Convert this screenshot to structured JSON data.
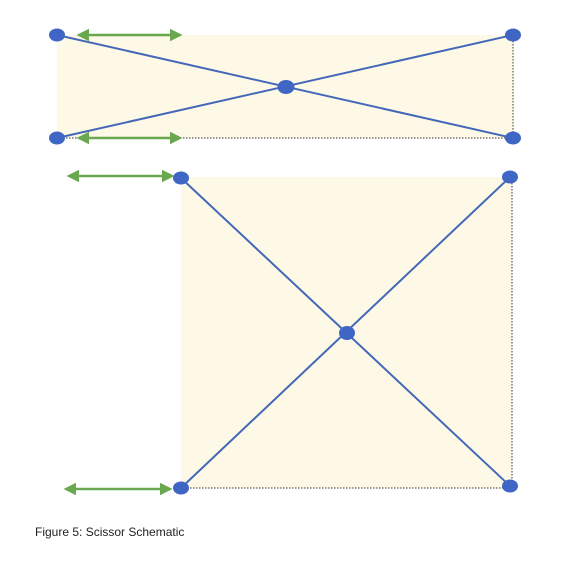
{
  "caption": "Figure 5: Scissor Schematic",
  "colors": {
    "background": "#ffffff",
    "panel_fill": "#fdf9e6",
    "panel_edge": "#333333",
    "link": "#4468b8",
    "joint": "#3f66c4",
    "arrow": "#6aa84f"
  },
  "icons": {
    "joint": "circle",
    "arrow": "double-headed-arrow"
  },
  "mechanisms": [
    {
      "state": "collapsed",
      "joints": 5,
      "links": 2,
      "arrows": 2
    },
    {
      "state": "extended",
      "joints": 5,
      "links": 2,
      "arrows": 2
    }
  ]
}
